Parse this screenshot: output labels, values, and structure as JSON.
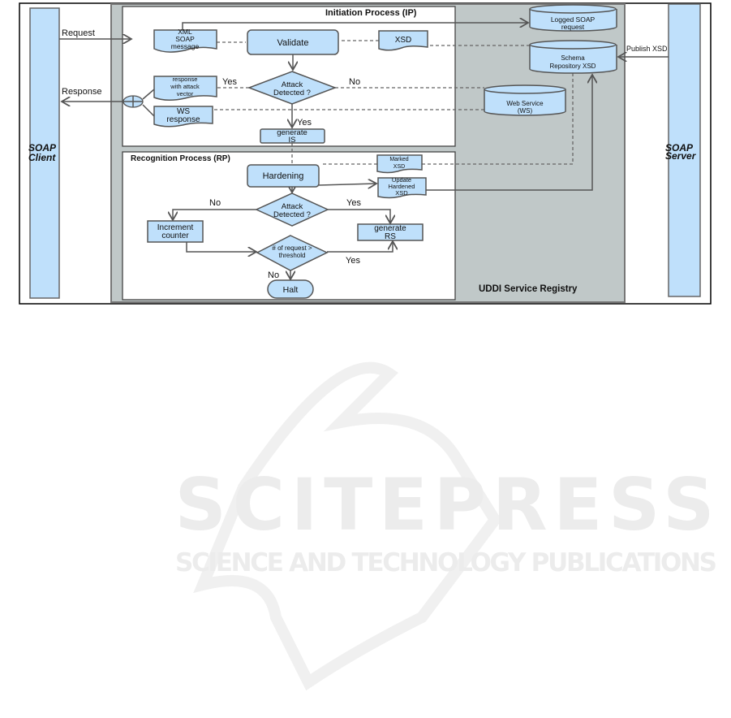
{
  "diagram": {
    "client_label": [
      "SOAP",
      "Client"
    ],
    "server_label": [
      "SOAP",
      "Server"
    ],
    "registry_label": "UDDI Service Registry",
    "edges": {
      "request": "Request",
      "response": "Response",
      "publish_xsd": "Publish XSD"
    },
    "ip": {
      "title": "Initiation Process (IP)",
      "xml_soap_message": [
        "XML",
        "SOAP",
        "message"
      ],
      "validate": "Validate",
      "xsd": "XSD",
      "attack_detected": [
        "Attack",
        "Detected ?"
      ],
      "yes_left": "Yes",
      "no_right": "No",
      "yes_down": "Yes",
      "response_attack_vector": [
        "response",
        "with attack",
        "vector"
      ],
      "ws_response": [
        "WS",
        "response"
      ],
      "generate_is": [
        "generate",
        "IS"
      ]
    },
    "stores": {
      "logged_soap_request": [
        "Logged SOAP",
        "request"
      ],
      "schema_repository": [
        "Schema",
        "Repository XSD"
      ],
      "web_service": [
        "Web Service",
        "(WS)"
      ]
    },
    "rp": {
      "title": "Recognition Process (RP)",
      "hardening": "Hardening",
      "marked_xsd": [
        "Marked",
        "XSD"
      ],
      "update_hardened_xsd": [
        "Update",
        "Hardened",
        "XSD"
      ],
      "attack_detected": [
        "Attack",
        "Detected ?"
      ],
      "no_left": "No",
      "yes_right": "Yes",
      "increment_counter": [
        "Increment",
        "counter"
      ],
      "generate_rs": [
        "generate",
        "RS"
      ],
      "threshold": [
        "# of request >",
        "threshold"
      ],
      "yes_threshold": "Yes",
      "no_threshold": "No",
      "halt": "Halt"
    }
  },
  "watermark": {
    "title": "SCITEPRESS",
    "subtitle": "SCIENCE AND TECHNOLOGY PUBLICATIONS"
  }
}
